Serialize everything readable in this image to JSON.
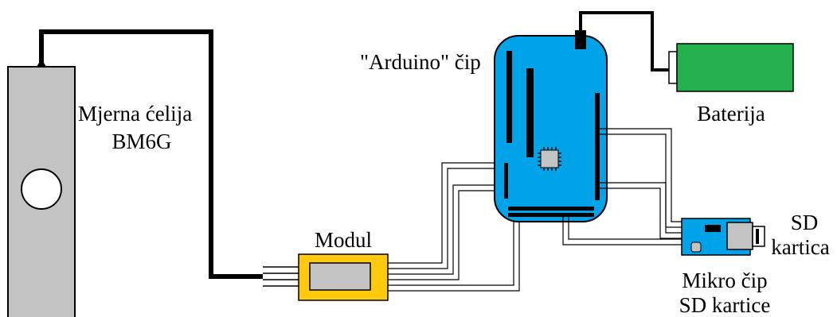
{
  "labels": {
    "load_cell_line1": "Mjerna ćelija",
    "load_cell_line2": "BM6G",
    "module": "Modul",
    "arduino": "\"Arduino\" čip",
    "battery": "Baterija",
    "sd_card_line1": "SD",
    "sd_card_line2": "kartica",
    "sd_chip_line1": "Mikro čip",
    "sd_chip_line2": "SD kartice"
  },
  "colors": {
    "load_cell": "#c3c3c3",
    "module_frame": "#ffc90e",
    "module_inner": "#c3c3c3",
    "arduino_board": "#00a2e8",
    "battery": "#22b14c",
    "sd_board": "#00a2e8",
    "sd_card": "#c3c3c3",
    "wire_thick": "#000000",
    "wire_thin": "#000000"
  }
}
